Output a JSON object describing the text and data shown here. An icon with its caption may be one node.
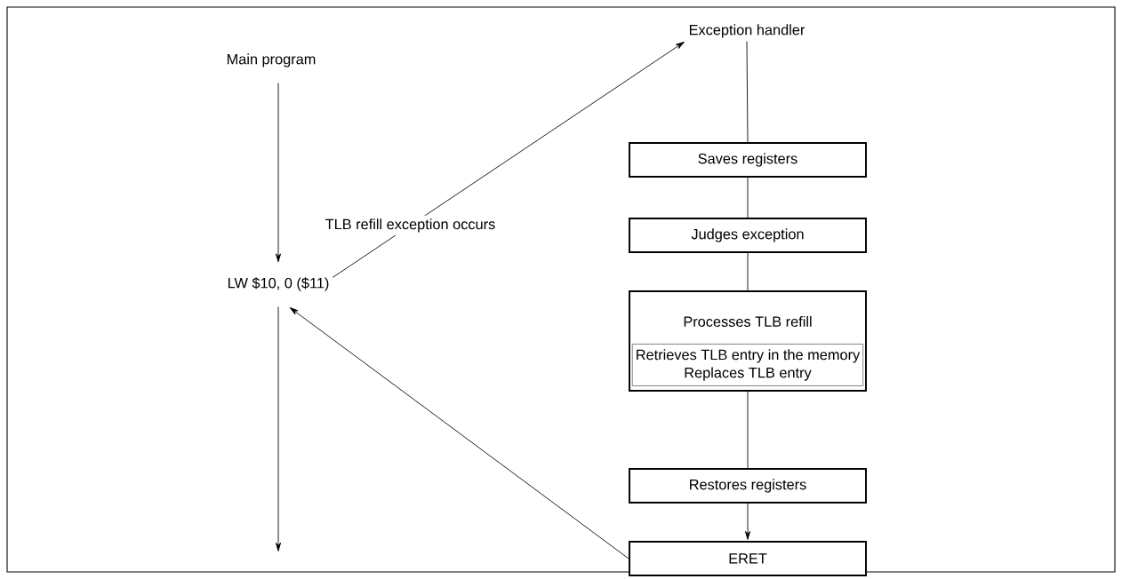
{
  "diagram": {
    "nodes": [
      {
        "text": [
          "Main program"
        ]
      },
      {
        "text": [
          "LW  $10, 0 ($11)"
        ]
      },
      {
        "text": [
          "Exception handler"
        ]
      },
      {
        "text": [
          "Saves registers"
        ]
      },
      {
        "text": [
          "Judges exception"
        ]
      },
      {
        "text": [
          "Processes TLB refill"
        ]
      },
      {
        "text": [
          "Retrieves TLB entry in the memory",
          "Replaces TLB entry"
        ],
        "in": 5
      },
      {
        "text": [
          "Restores registers"
        ]
      },
      {
        "text": [
          "ERET"
        ]
      }
    ],
    "edges": [
      {
        "from": 0,
        "to": 1,
        "arrow": "to"
      },
      {
        "from": 1,
        "to": 2,
        "arrow": "to",
        "label": "TLB refill exception occurs"
      },
      {
        "from": 1,
        "to": null,
        "arrow": "to"
      },
      {
        "from": 2,
        "to": 3,
        "arrow": "none"
      },
      {
        "from": 3,
        "to": 4,
        "arrow": "none"
      },
      {
        "from": 4,
        "to": 5,
        "arrow": "none"
      },
      {
        "from": 5,
        "to": 7,
        "arrow": "none"
      },
      {
        "from": 7,
        "to": 8,
        "arrow": "to"
      },
      {
        "from": 8,
        "to": 1,
        "arrow": "to"
      }
    ]
  }
}
